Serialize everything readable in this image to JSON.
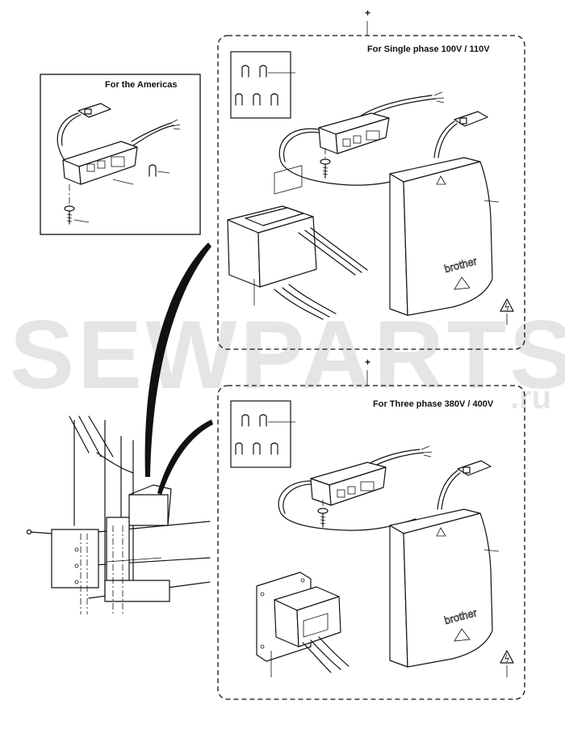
{
  "labels": {
    "americas": "For the Americas",
    "single_phase": "For Single phase 100V / 110V",
    "three_phase": "For Three phase 380V / 400V"
  },
  "logo": {
    "upper": "brother",
    "lower": "brother"
  },
  "watermark": {
    "main": "SEWPARTS",
    "suffix": ".ru"
  },
  "marks": {
    "plus_upper": "+",
    "plus_lower": "+"
  },
  "icons": [
    "staple-clip-icon",
    "screw-icon",
    "switch-box-icon",
    "connector-plug-icon",
    "transformer-icon",
    "control-box-cover-icon",
    "warning-triangle-icon"
  ]
}
